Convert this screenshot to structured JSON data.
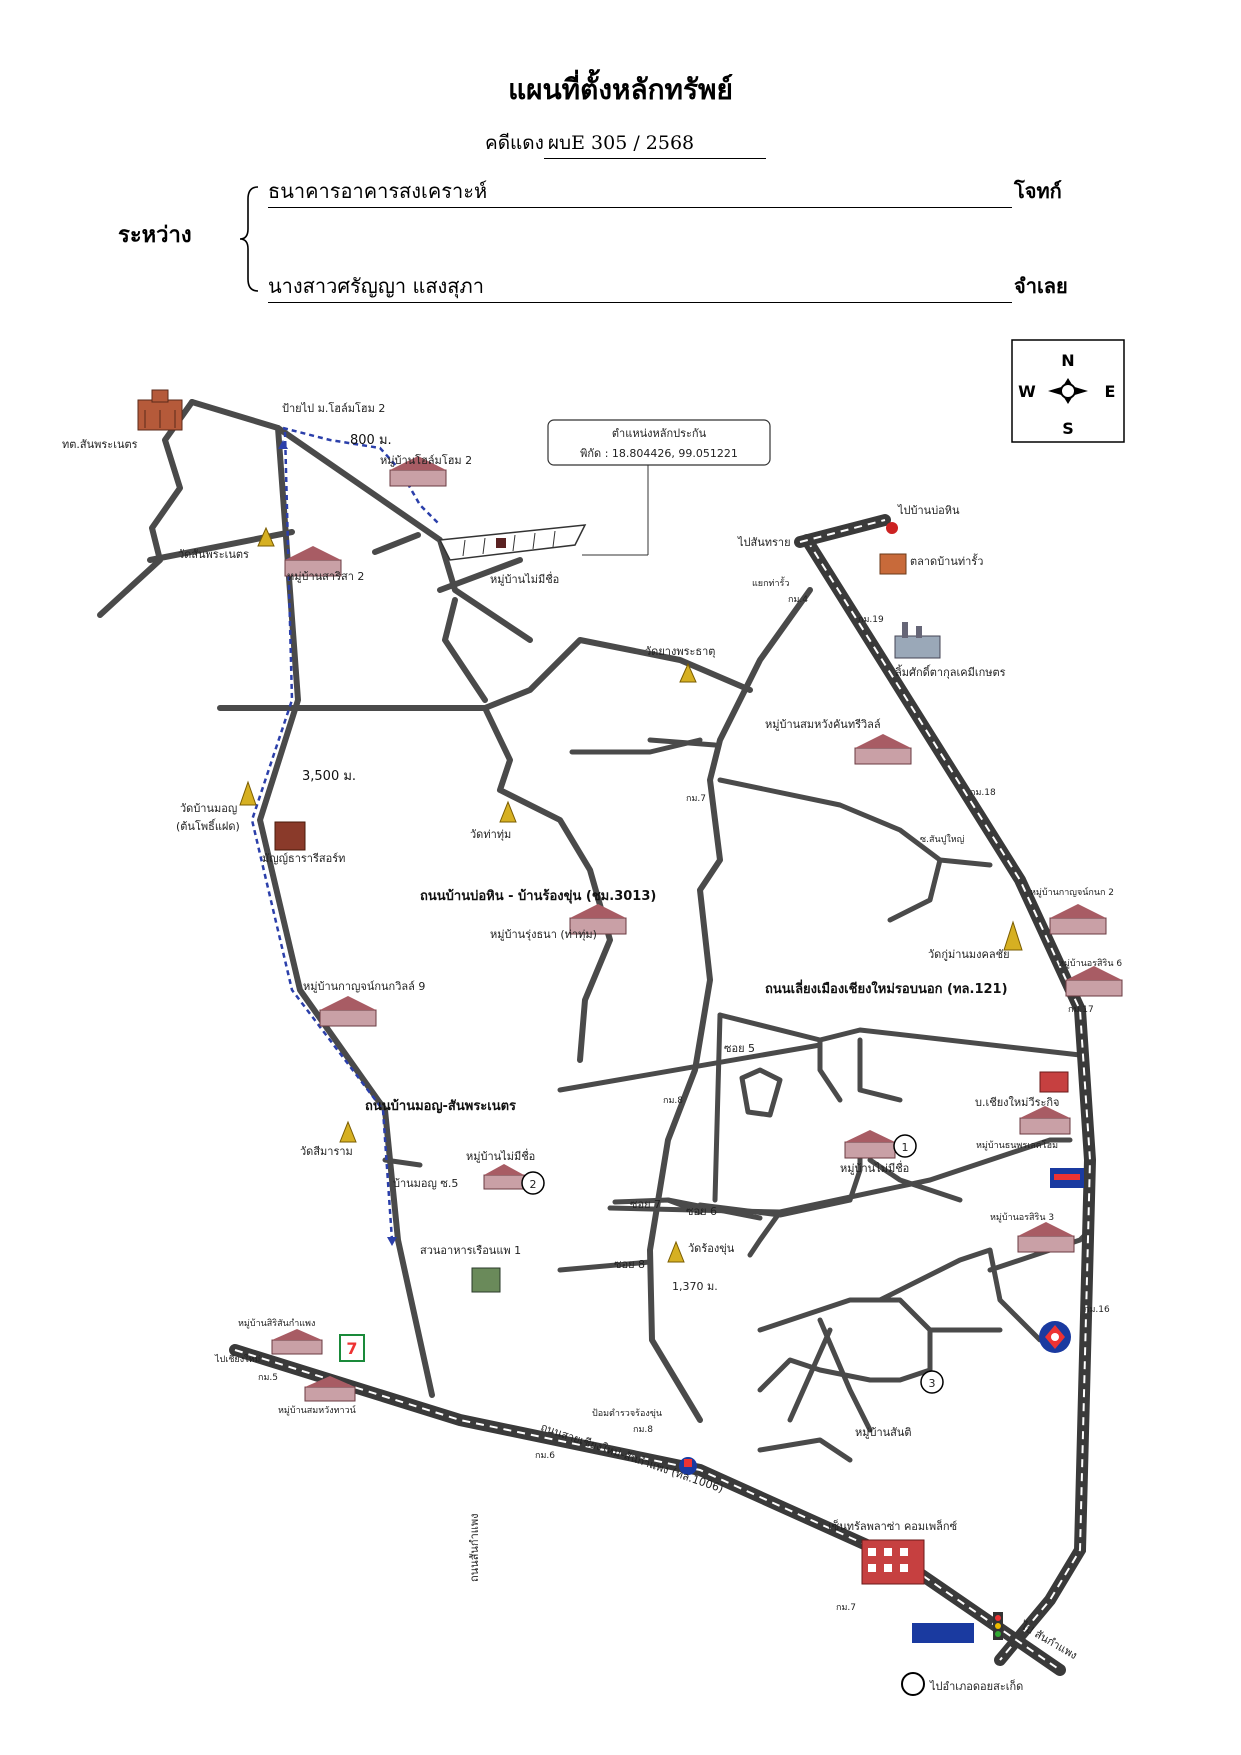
{
  "header": {
    "title": "แผนที่ตั้งหลักทรัพย์",
    "case_label": "คดีแดง",
    "case_number": "ผบE 305 / 2568",
    "between_label": "ระหว่าง",
    "plaintiff_name": "ธนาคารอาคารสงเคราะห์",
    "plaintiff_role": "โจทก์",
    "defendant_name": "นางสาวศรัญญา  แสงสุภา",
    "defendant_role": "จำเลย"
  },
  "compass": {
    "n": "N",
    "s": "S",
    "e": "E",
    "w": "W"
  },
  "collateral": {
    "box_title": "ตำแหน่งหลักประกัน",
    "coords_label": "พิกัด : 18.804426, 99.051221"
  },
  "distances": {
    "d1": "800 ม.",
    "d2": "3,500 ม.",
    "d3": "1,370 ม."
  },
  "roads": {
    "road1": "ถนนบ้านบ่อหิน - บ้านร้องขุ่น (ชม.3013)",
    "road2": "ถนนเลี่ยงเมืองเชียงใหม่รอบนอก (ทล.121)",
    "road3": "ถนนบ้านมอญ-สันพระเนตร",
    "road4": "ถนนสายเชียงใหม่-สันกำแพง (ทล.1006)",
    "road5": "ถนนสันกำแพง"
  },
  "places": {
    "p_sign_top": "ป้ายไป ม.โฮล์มโฮม 2",
    "p_sanphranet_office": "ทต.สันพระเนตร",
    "p_holm_home": "หมู่บ้านโฮล์มโฮม 2",
    "p_wat_sanphranet": "วัดสันพระเนตร",
    "p_sarisa": "หมู่บ้านสาริสา 2",
    "p_noname_top": "หมู่บ้านไม่มีชื่อ",
    "p_to_sansai": "ไปสันทราย",
    "p_to_bohin": "ไปบ้านบ่อหิน",
    "p_market": "ตลาดบ้านท่ารั้ว",
    "p_junction_tharua": "แยกท่ารั้ว",
    "p_km4": "กม.4",
    "p_km19": "กม.19",
    "p_limsak": "ลิ้มศักดิ์ตากุลเคมีเกษตร",
    "p_wat_yangphrathat": "วัดยางพระธาตุ",
    "p_somwang": "หมู่บ้านสมหวังคันทรีวิลล์",
    "p_km7": "กม.7",
    "p_km18": "กม.18",
    "p_wat_banmon": "วัดบ้านมอญ",
    "p_wat_banmon2": "(ต้นโพธิ์แฝด)",
    "p_monya_resort": "มัญญ์ธารารีสอร์ท",
    "p_wat_thathum": "วัดท่าทุ่ม",
    "p_soi_sanpuyai": "ซ.สันปูใหญ่",
    "p_karnjanik2": "หมู่บ้านกาญจน์กนก 2",
    "p_rungthana": "หมู่บ้านรุ่งธนา (ท่าทุ่ม)",
    "p_wat_kummanmongkhon": "วัดกู่ม่านมงคลชัย",
    "p_orasirin6": "หมู่บ้านอรสิริน 6",
    "p_karnjanik_ville9": "หมู่บ้านกาญจน์กนกวิลล์ 9",
    "p_km17": "กม.17",
    "p_soi5": "ซอย 5",
    "p_km8": "กม.8",
    "p_chiangmai_wirakit": "บ.เชียงใหม่วีระกิจ",
    "p_thanaphat": "หมู่บ้านธนพรเลคโฮม",
    "p_wat_simaram": "วัดสีมาราม",
    "p_noname_2": "หมู่บ้านไม่มีชื่อ",
    "p_soi_banmon5": "บ้านมอญ ซ.5",
    "p_noname_1": "หมู่บ้านไม่มีชื่อ",
    "p_soi7": "ซอย 7",
    "p_soi6": "ซอย 6",
    "p_orasirin3": "หมู่บ้านอรสิริน 3",
    "p_ruenpae": "สวนอาหารเรือนแพ 1",
    "p_soi8": "ซอย 8",
    "p_wat_ronkhun": "วัดร้องขุ่น",
    "p_km16": "กม.16",
    "p_siri_village": "หมู่บ้านสิริสันกำแพง",
    "p_to_chiangmai": "ไปเชียงใหม่",
    "p_km5": "กม.5",
    "p_somwang_town": "หมู่บ้านสมหวังทาวน์",
    "p_police_box": "ป้อมตำรวจร้องขุ่น",
    "p_km8b": "กม.8",
    "p_km6": "กม.6",
    "p_bansanti": "หมู่บ้านสันติ",
    "p_central": "เซ็นทรัลพลาซ่า คอมเพล็กซ์",
    "p_km7b": "กม.7",
    "p_to_sankamphaeng": "ไป สันกำแพง",
    "p_bottom_right": "ไปอำเภอดอยสะเก็ด",
    "p_callout1": "1",
    "p_callout2": "2",
    "p_callout3": "3"
  }
}
